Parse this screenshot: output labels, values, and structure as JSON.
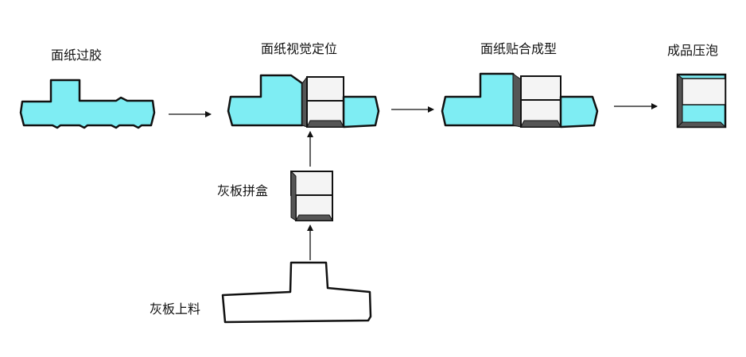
{
  "steps": {
    "paper_glue": {
      "label": "面纸过胶"
    },
    "visual_position": {
      "label": "面纸视觉定位"
    },
    "paper_bonding": {
      "label": "面纸贴合成型"
    },
    "finished_pressing": {
      "label": "成品压泡"
    },
    "board_assembly": {
      "label": "灰板拼盒"
    },
    "board_feeding": {
      "label": "灰板上料"
    }
  },
  "colors": {
    "paper": "#7EEDF3",
    "board": "#FFFFFF",
    "box_top": "#F4F4F4",
    "box_side": "#555555",
    "outline": "#111111",
    "arrow": "#111111"
  }
}
